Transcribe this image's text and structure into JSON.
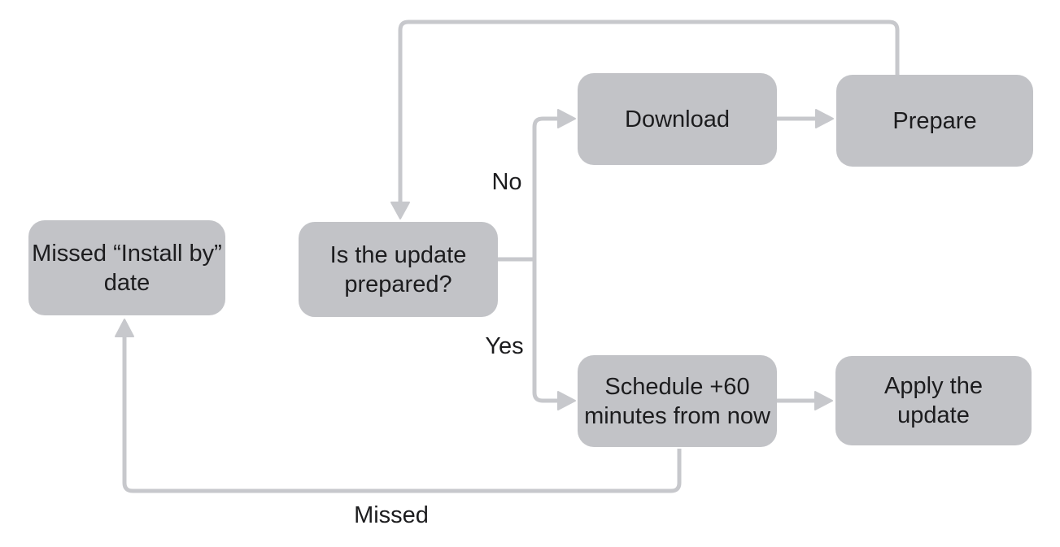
{
  "diagram": {
    "type": "flowchart",
    "description": "Software update flow after a missed Install by date",
    "colors": {
      "background": "#ffffff",
      "node_fill": "#c2c3c7",
      "connector": "#c7c8cc",
      "text": "#1c1c1e"
    },
    "nodes": [
      {
        "id": "missed-install-by-date",
        "label": "Missed “Install by”\ndate"
      },
      {
        "id": "is-update-prepared",
        "label": "Is the update\nprepared?"
      },
      {
        "id": "download",
        "label": "Download"
      },
      {
        "id": "prepare",
        "label": "Prepare"
      },
      {
        "id": "schedule-plus-60",
        "label": "Schedule +60\nminutes from now"
      },
      {
        "id": "apply-the-update",
        "label": "Apply the\nupdate"
      }
    ],
    "edges": [
      {
        "from": "is-update-prepared",
        "to": "download",
        "label": "No"
      },
      {
        "from": "download",
        "to": "prepare",
        "label": ""
      },
      {
        "from": "prepare",
        "to": "is-update-prepared",
        "label": ""
      },
      {
        "from": "is-update-prepared",
        "to": "schedule-plus-60",
        "label": "Yes"
      },
      {
        "from": "schedule-plus-60",
        "to": "apply-the-update",
        "label": ""
      },
      {
        "from": "schedule-plus-60",
        "to": "missed-install-by-date",
        "label": "Missed"
      },
      {
        "from": "missed-install-by-date",
        "to": "is-update-prepared",
        "label": ""
      }
    ]
  }
}
